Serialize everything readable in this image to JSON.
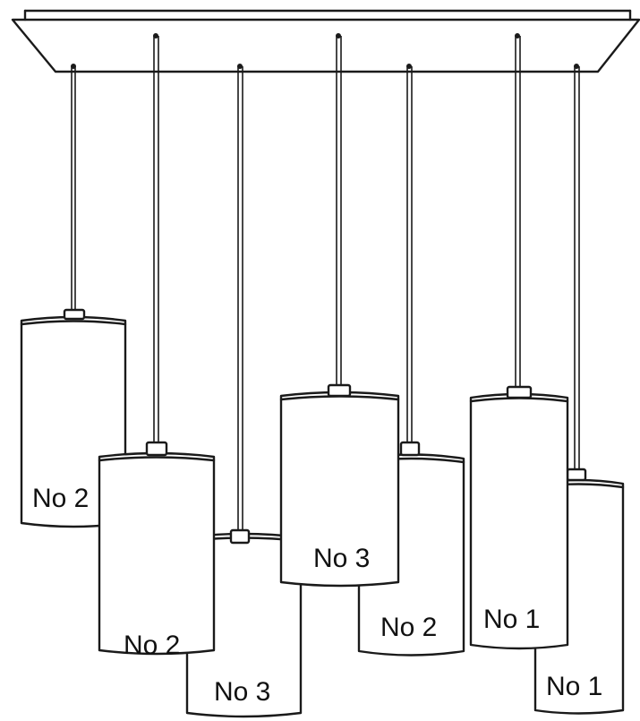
{
  "pendants": [
    {
      "id": "pendant-1",
      "label": "Nо 2"
    },
    {
      "id": "pendant-2",
      "label": "Nо 2"
    },
    {
      "id": "pendant-3",
      "label": "Nо 3"
    },
    {
      "id": "pendant-4",
      "label": "Nо 3"
    },
    {
      "id": "pendant-5",
      "label": "Nо 2"
    },
    {
      "id": "pendant-6",
      "label": "Nо 1"
    },
    {
      "id": "pendant-7",
      "label": "Nо 1"
    }
  ]
}
